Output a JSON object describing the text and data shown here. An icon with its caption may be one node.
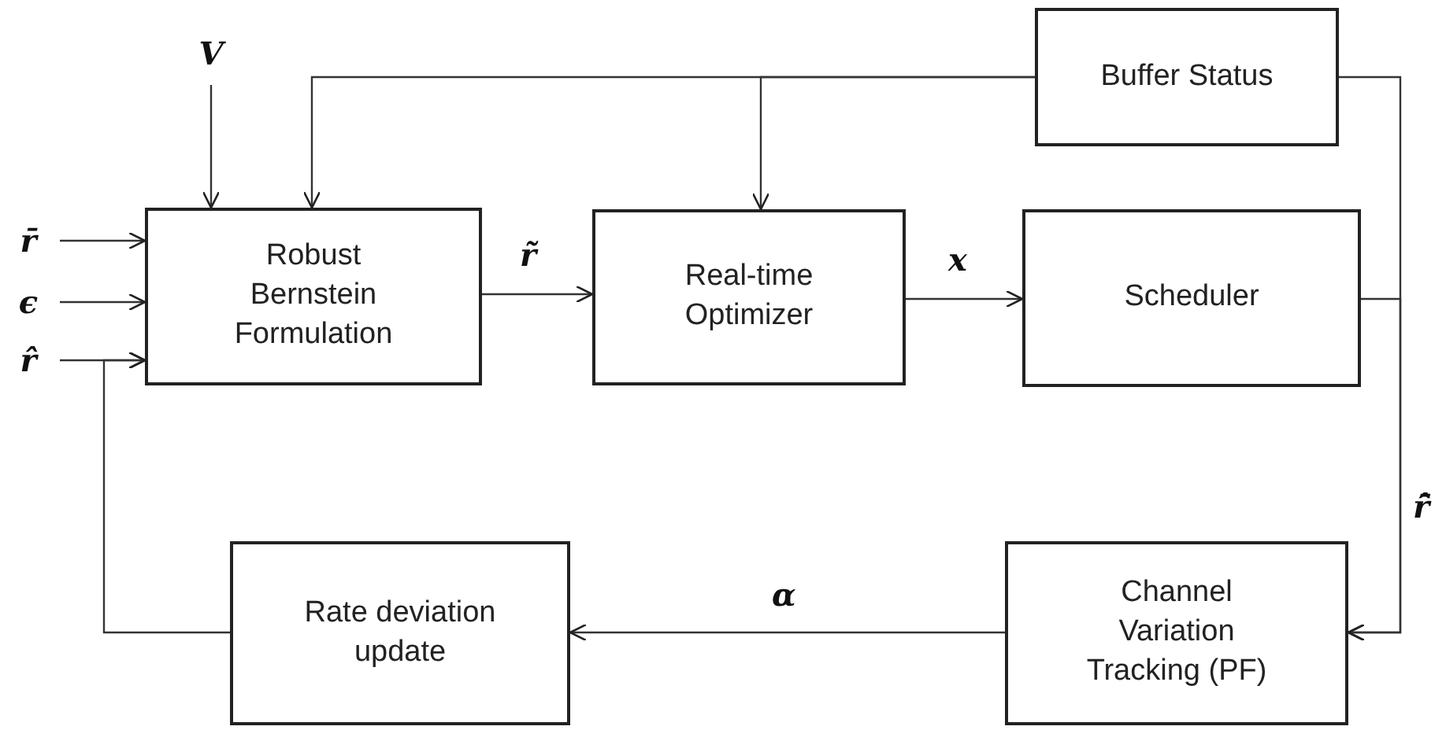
{
  "diagram": {
    "nodes": [
      {
        "text": [
          "Robust Bernstein Formulation"
        ]
      },
      {
        "text": [
          "Real-time Optimizer"
        ]
      },
      {
        "text": [
          "Scheduler"
        ]
      },
      {
        "text": [
          "Buffer Status"
        ]
      },
      {
        "text": [
          "Channel Variation Tracking (PF)"
        ]
      },
      {
        "text": [
          "Rate deviation update"
        ]
      },
      {
        "text": [
          "V"
        ]
      },
      {
        "text": [
          "r̄"
        ]
      },
      {
        "text": [
          "ϵ"
        ]
      },
      {
        "text": [
          "r̂"
        ]
      }
    ],
    "edges": [
      {
        "from": 6,
        "to": 0,
        "arrow": "to"
      },
      {
        "from": 7,
        "to": 0,
        "arrow": "to"
      },
      {
        "from": 8,
        "to": 0,
        "arrow": "to"
      },
      {
        "from": 9,
        "to": 0,
        "arrow": "to"
      },
      {
        "from": 0,
        "to": 1,
        "arrow": "to",
        "label": "r̃"
      },
      {
        "from": 1,
        "to": 2,
        "arrow": "to",
        "label": "x"
      },
      {
        "from": 3,
        "to": 0,
        "arrow": "to"
      },
      {
        "from": 3,
        "to": 1,
        "arrow": "to"
      },
      {
        "from": 3,
        "to": 4,
        "arrow": "to"
      },
      {
        "from": 2,
        "to": 4,
        "arrow": "to",
        "label": "r̂̄"
      },
      {
        "from": 4,
        "to": 5,
        "arrow": "to",
        "label": "α"
      },
      {
        "from": 5,
        "to": 0,
        "arrow": "to"
      }
    ]
  }
}
